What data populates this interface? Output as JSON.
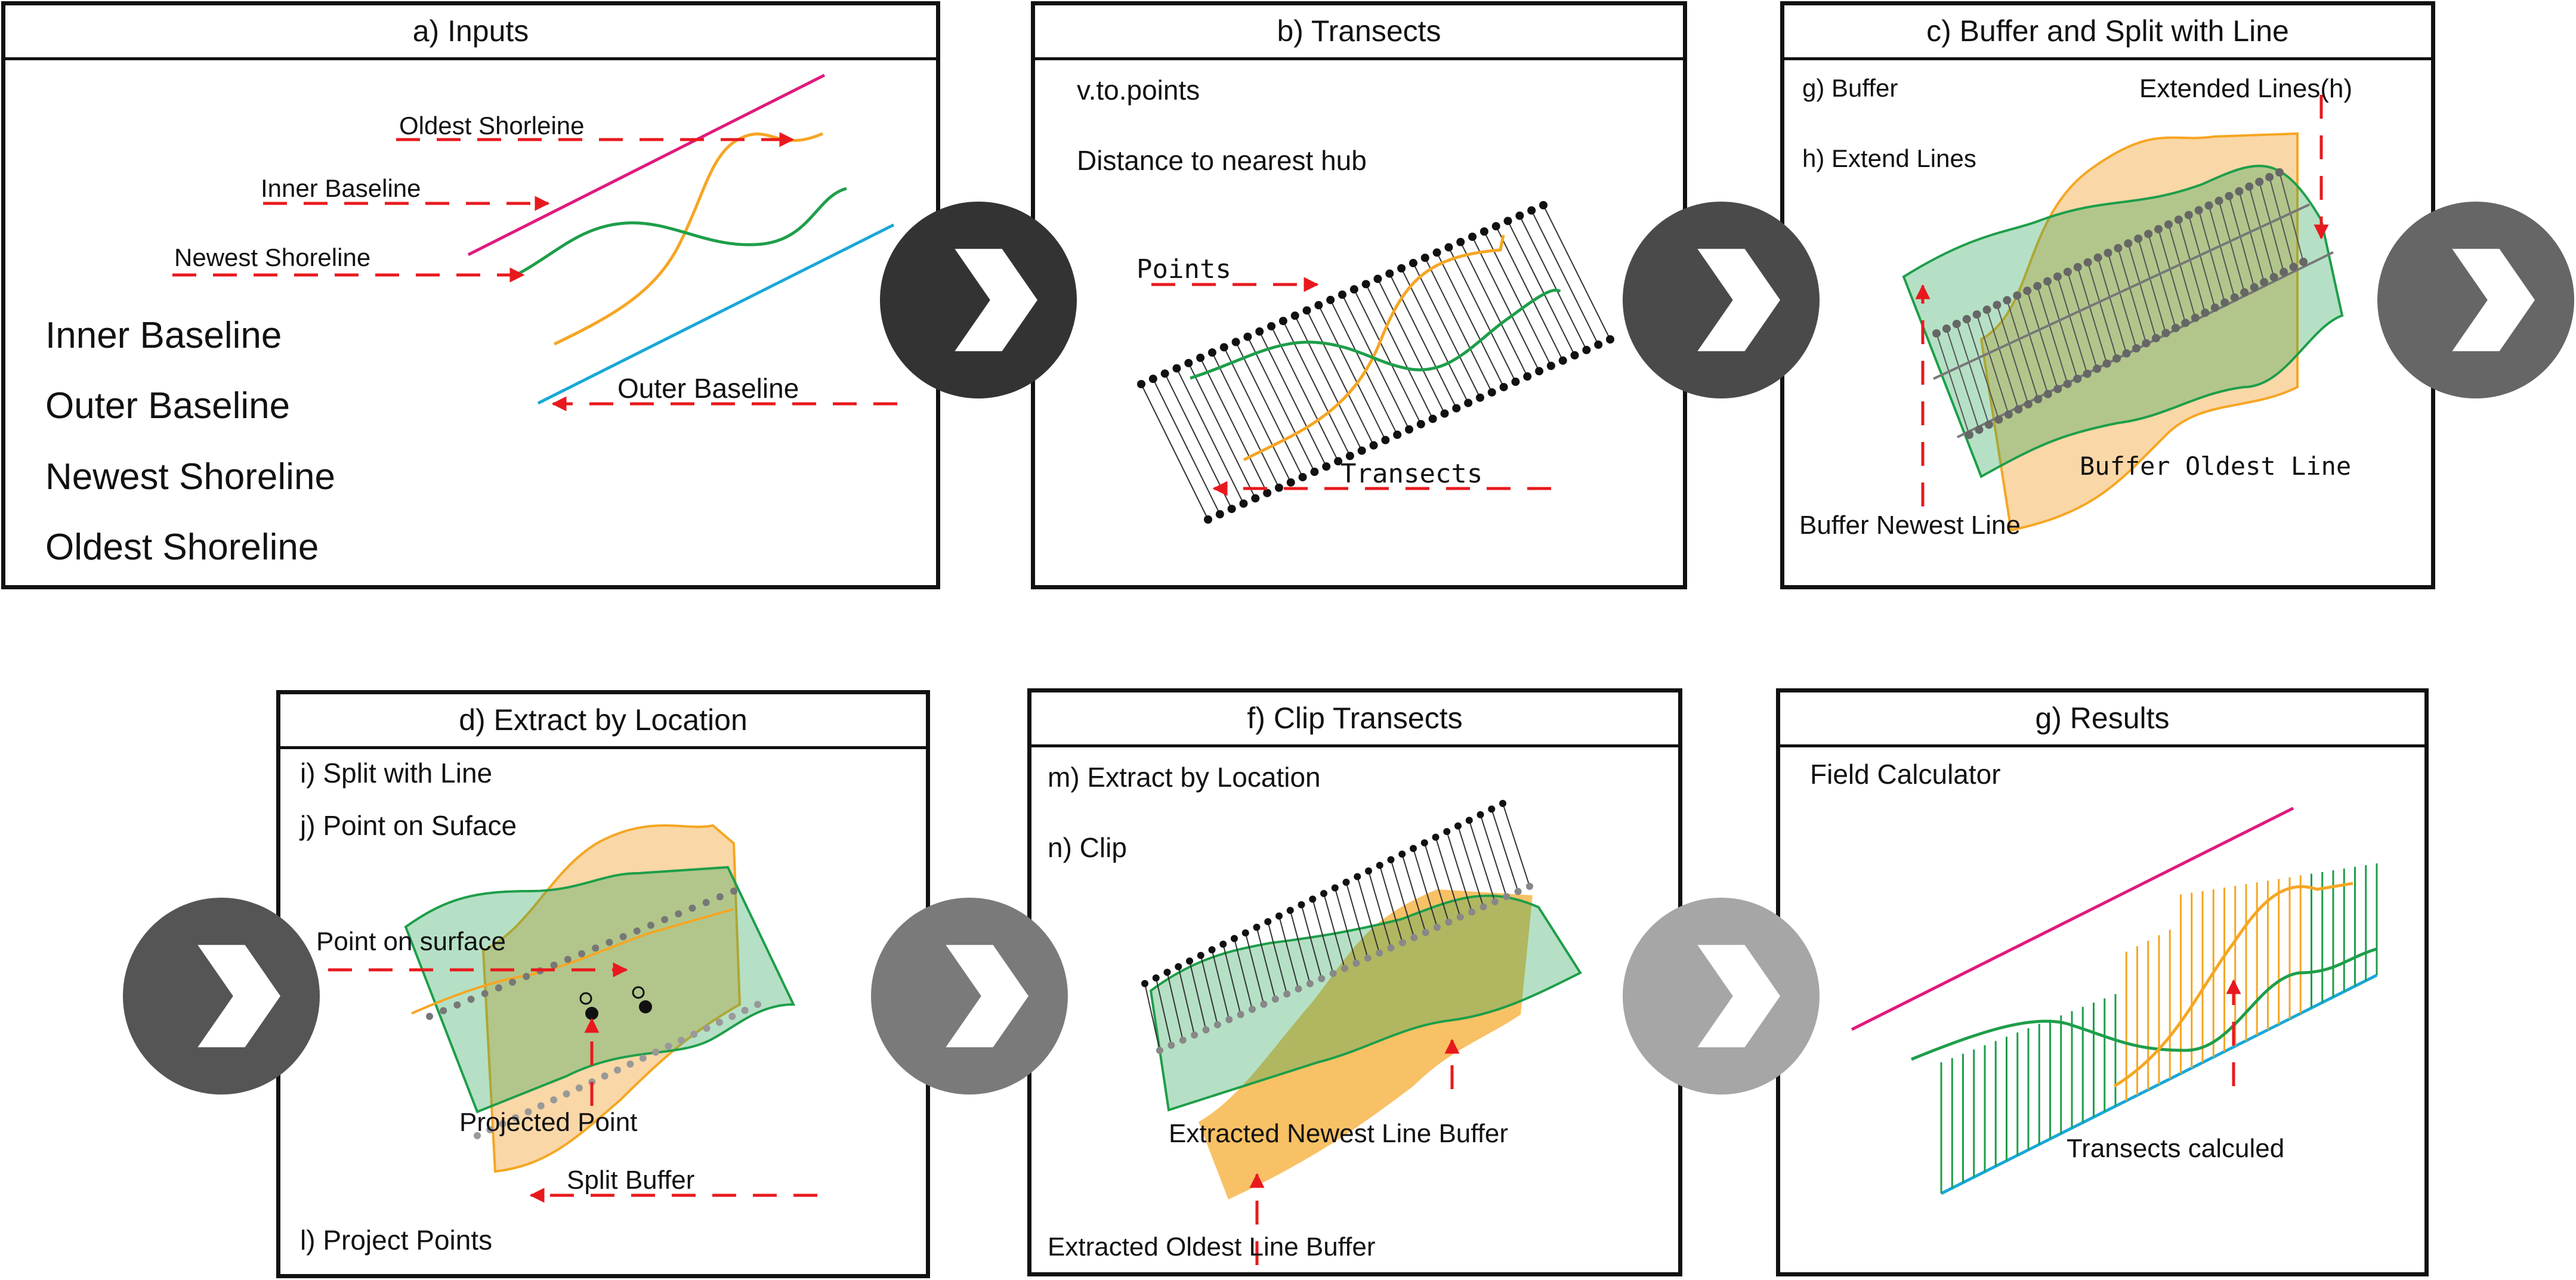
{
  "panels": {
    "a": {
      "title": "a) Inputs",
      "labels": [
        "Inner Baseline",
        "Outer Baseline",
        "Newest Shoreline",
        "Oldest Shoreline"
      ],
      "ann_oldest": "Oldest Shorleine",
      "ann_inner": "Inner Baseline",
      "ann_newest": "Newest Shoreline",
      "ann_outer": "Outer Baseline"
    },
    "b": {
      "title": "b) Transects",
      "line1": "v.to.points",
      "line2": "Distance to nearest hub",
      "ann_points": "Points",
      "ann_transects": "Transects"
    },
    "c": {
      "title": "c) Buffer and Split with Line",
      "line1": "g) Buffer",
      "line2": "h) Extend Lines",
      "ann_extended": "Extended Lines(h)",
      "ann_buffer_oldest": "Buffer Oldest Line",
      "ann_buffer_newest": "Buffer Newest Line"
    },
    "d": {
      "title": "d) Extract by Location",
      "line1": "i) Split with Line",
      "line2": "j) Point on Suface",
      "line3": "l) Project Points",
      "ann_point_surface": "Point on surface",
      "ann_projected": "Projected Point",
      "ann_split": "Split Buffer"
    },
    "f": {
      "title": "f) Clip Transects",
      "line1": "m) Extract by Location",
      "line2": "n) Clip",
      "ann_newest_buf": "Extracted Newest Line Buffer",
      "ann_oldest_buf": "Extracted Oldest Line Buffer"
    },
    "g": {
      "title": "g) Results",
      "line1": "Field Calculator",
      "ann_transects": "Transects calculed"
    }
  },
  "colors": {
    "oldest_shoreline": "#f5a623",
    "newest_shoreline": "#1e9e4a",
    "inner_baseline": "#e0197d",
    "outer_baseline": "#19a7d8",
    "annotation_arrow": "#e8191e",
    "chevron_dark": "#333333",
    "chevron_mid": "#6d6d6d",
    "chevron_light": "#a6a6a6"
  },
  "icons": [
    "chevron-right-icon"
  ]
}
